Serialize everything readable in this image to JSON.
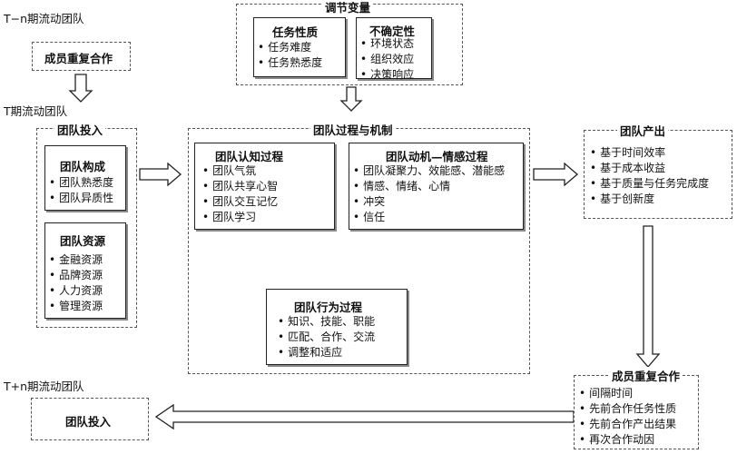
{
  "labels": {
    "t_minus_n": "T−n期流动团队",
    "t_current": "T期流动团队",
    "t_plus_n": "T+n期流动团队"
  },
  "prev_cooperation": "成员重复合作",
  "moderators": {
    "title": "调节变量",
    "task_nature": {
      "title": "任务性质",
      "items": [
        "任务难度",
        "任务熟悉度"
      ]
    },
    "uncertainty": {
      "title": "不确定性",
      "items": [
        "环境状态",
        "组织效应",
        "决策响应"
      ]
    }
  },
  "team_input": {
    "title": "团队投入",
    "composition": {
      "title": "团队构成",
      "items": [
        "团队熟悉度",
        "团队异质性"
      ]
    },
    "resources": {
      "title": "团队资源",
      "items": [
        "金融资源",
        "品牌资源",
        "人力资源",
        "管理资源"
      ]
    }
  },
  "process": {
    "title": "团队过程与机制",
    "cognitive": {
      "title": "团队认知过程",
      "items": [
        "团队气氛",
        "团队共享心智",
        "团队交互记忆",
        "团队学习"
      ]
    },
    "motivation": {
      "title": "团队动机—情感过程",
      "items": [
        "团队凝聚力、效能感、潜能感",
        "情感、情绪、心情",
        "冲突",
        "信任"
      ]
    },
    "behavior": {
      "title": "团队行为过程",
      "items": [
        "知识、技能、职能",
        "匹配、合作、交流",
        "调整和适应"
      ]
    }
  },
  "output": {
    "title": "团队产出",
    "items": [
      "基于时间效率",
      "基于成本收益",
      "基于质量与任务完成度",
      "基于创新度"
    ]
  },
  "repeat_coop": {
    "title": "成员重复合作",
    "items": [
      "间隔时间",
      "先前合作任务性质",
      "先前合作产出结果",
      "再次合作动因"
    ]
  },
  "future_input": "团队投入"
}
